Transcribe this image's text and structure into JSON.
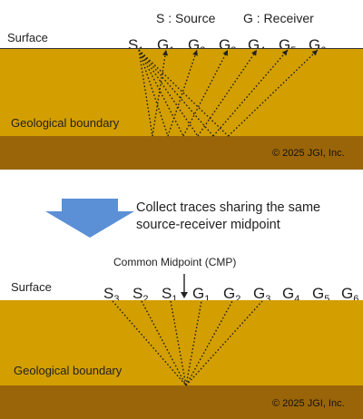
{
  "legend": {
    "source": "S : Source",
    "receiver": "G : Receiver"
  },
  "top_panel": {
    "surface_label": "Surface",
    "boundary_label": "Geological  boundary",
    "copyright": "© 2025 JGI, Inc.",
    "stations": [
      {
        "letter": "S",
        "index": "1"
      },
      {
        "letter": "G",
        "index": "1"
      },
      {
        "letter": "G",
        "index": "2"
      },
      {
        "letter": "G",
        "index": "3"
      },
      {
        "letter": "G",
        "index": "4"
      },
      {
        "letter": "G",
        "index": "5"
      },
      {
        "letter": "G",
        "index": "6"
      }
    ]
  },
  "transition": {
    "line1": "Collect traces sharing the same",
    "line2": "source-receiver midpoint",
    "arrow_color": "#5b8fd6"
  },
  "bottom_panel": {
    "cmp_label": "Common Midpoint (CMP)",
    "surface_label": "Surface",
    "boundary_label": "Geological  boundary",
    "copyright": "© 2025 JGI, Inc.",
    "stations": [
      {
        "letter": "S",
        "index": "3"
      },
      {
        "letter": "S",
        "index": "2"
      },
      {
        "letter": "S",
        "index": "1"
      },
      {
        "letter": "G",
        "index": "1"
      },
      {
        "letter": "G",
        "index": "2"
      },
      {
        "letter": "G",
        "index": "3"
      },
      {
        "letter": "G",
        "index": "4"
      },
      {
        "letter": "G",
        "index": "5"
      },
      {
        "letter": "G",
        "index": "6"
      }
    ]
  },
  "colors": {
    "upper_layer": "#d39e00",
    "lower_layer": "#9a6508",
    "ray": "#222222"
  }
}
